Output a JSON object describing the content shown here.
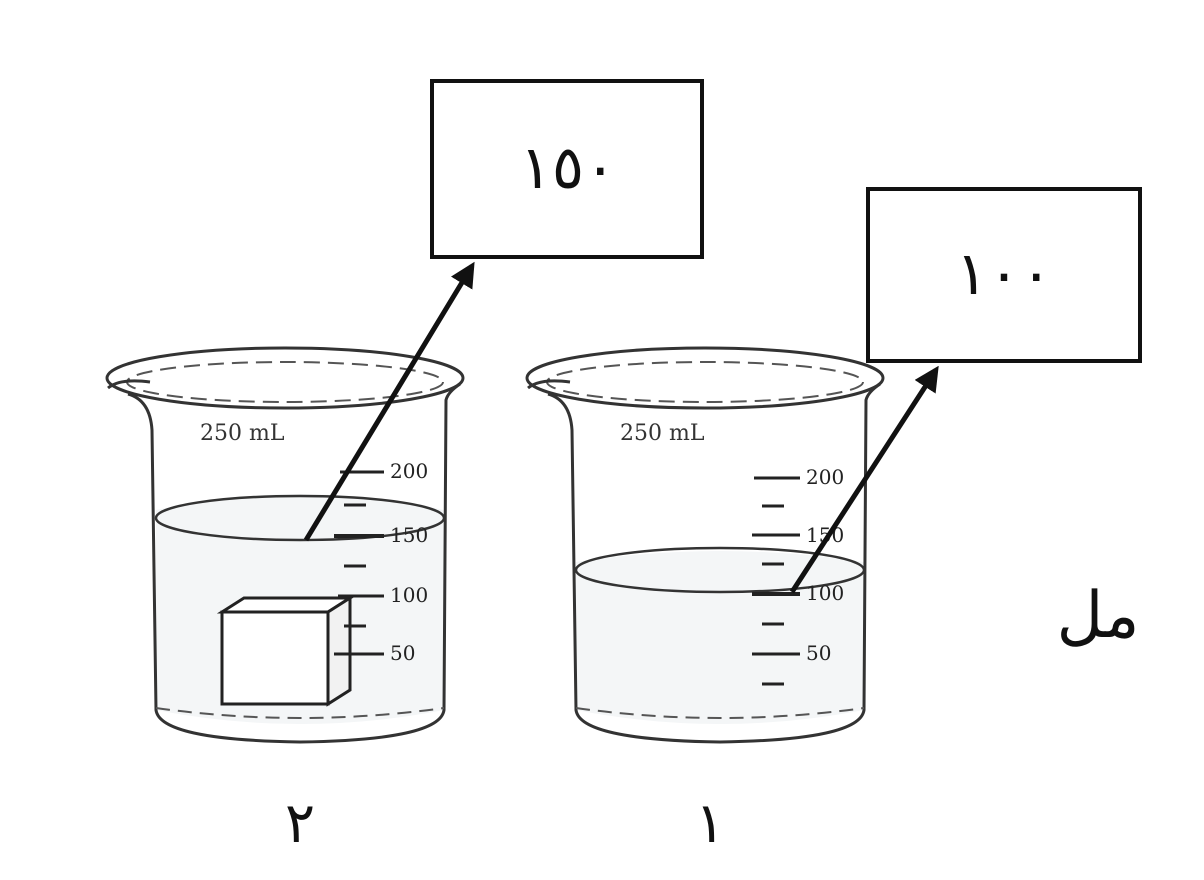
{
  "reading_boxes": [
    {
      "id": "beaker2",
      "value": "١٥٠"
    },
    {
      "id": "beaker1",
      "value": "١٠٠"
    }
  ],
  "unit_label": "مل",
  "beakers": [
    {
      "id": "beaker2",
      "number": "٢",
      "capacity_label": "250 mL",
      "has_cube": true,
      "scale_labels": [
        "200",
        "150",
        "100",
        "50"
      ]
    },
    {
      "id": "beaker1",
      "number": "١",
      "capacity_label": "250 mL",
      "has_cube": false,
      "scale_labels": [
        "200",
        "150",
        "100",
        "50"
      ]
    }
  ]
}
